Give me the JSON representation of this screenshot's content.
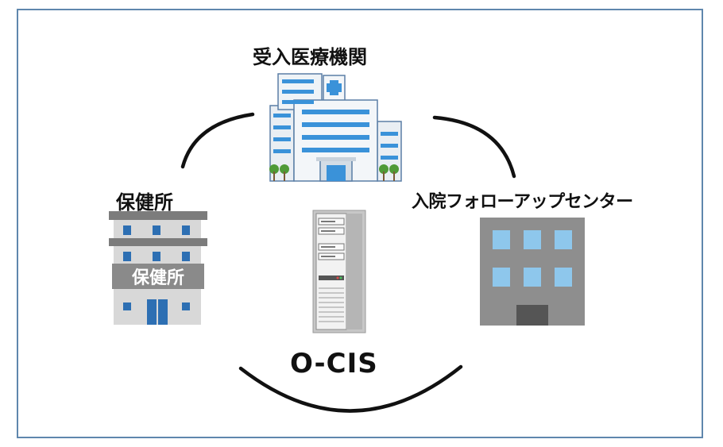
{
  "nodes": {
    "hospital": {
      "label": "受入医療機関"
    },
    "health_center": {
      "label": "保健所",
      "sign_text": "保健所"
    },
    "followup_center": {
      "label": "入院フォローアップセンター"
    },
    "system": {
      "label": "O-CIS"
    }
  },
  "icons": {
    "hospital": "hospital-building-icon",
    "health_center": "health-center-building-icon",
    "followup_center": "office-building-icon",
    "system": "server-tower-icon"
  },
  "colors": {
    "frame_border": "#5f87ad",
    "window_blue": "#3a92d9",
    "building_gray": "#8e8e8e",
    "connector": "#111111"
  }
}
